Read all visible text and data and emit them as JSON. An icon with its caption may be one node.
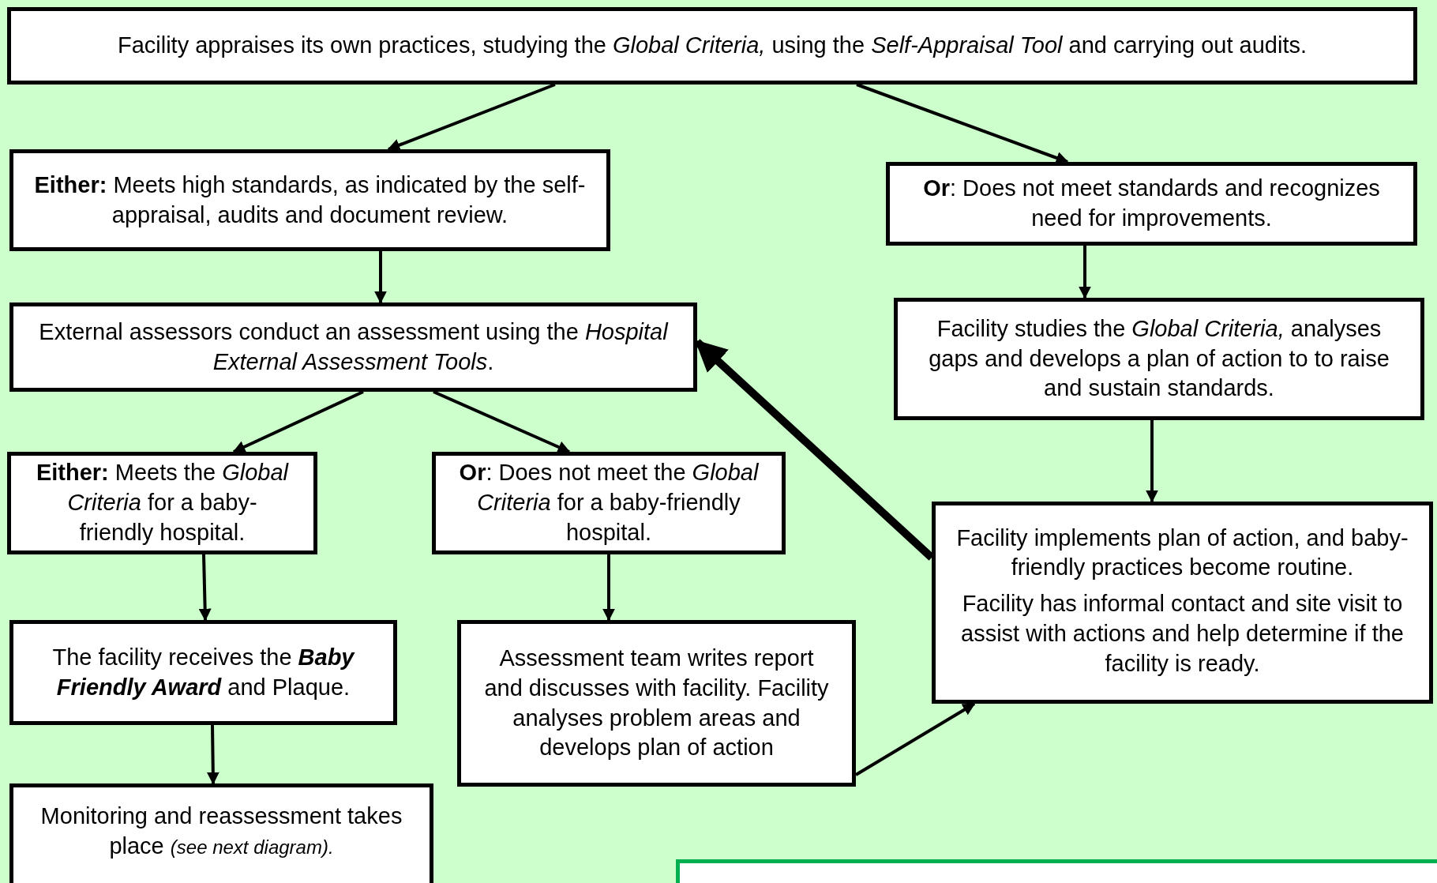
{
  "diagram": {
    "nodes": [
      {
        "text": [
          "Facility appraises its own practices, studying the *Global Criteria,* using the *Self-Appraisal Tool* and carrying out audits."
        ]
      },
      {
        "text": [
          "**Either:** Meets high standards, as indicated by the self-appraisal, audits and document review."
        ]
      },
      {
        "text": [
          "**Or**: Does not meet standards and recognizes need for improvements."
        ]
      },
      {
        "text": [
          "External assessors conduct an assessment using the *Hospital External Assessment Tools*."
        ]
      },
      {
        "text": [
          "Facility studies the *Global Criteria,* analyses gaps and develops a plan of action to to raise and sustain standards."
        ]
      },
      {
        "text": [
          "**Either:** Meets the *Global Criteria* for a baby-friendly hospital."
        ]
      },
      {
        "text": [
          "**Or**: Does not meet the *Global Criteria* for a baby-friendly hospital."
        ]
      },
      {
        "text": [
          "Facility implements plan of action, and baby-friendly practices become routine.",
          "Facility has informal contact and site visit to assist with actions and help determine if the facility is ready."
        ]
      },
      {
        "text": [
          "The facility receives the **Baby Friendly Award** and Plaque."
        ]
      },
      {
        "text": [
          "Assessment team writes report and discusses with facility. Facility analyses problem areas and develops plan of action"
        ]
      },
      {
        "text": [
          "Monitoring and reassessment takes place *(see next diagram).*"
        ]
      },
      {
        "text": [],
        "shape": "box"
      }
    ],
    "edges": [
      {
        "from": 0,
        "to": 1,
        "arrow": "to"
      },
      {
        "from": 0,
        "to": 2,
        "arrow": "to"
      },
      {
        "from": 1,
        "to": 3,
        "arrow": "to"
      },
      {
        "from": 2,
        "to": 4,
        "arrow": "to"
      },
      {
        "from": 3,
        "to": 5,
        "arrow": "to"
      },
      {
        "from": 3,
        "to": 6,
        "arrow": "to"
      },
      {
        "from": 4,
        "to": 7,
        "arrow": "to"
      },
      {
        "from": 5,
        "to": 8,
        "arrow": "to"
      },
      {
        "from": 6,
        "to": 9,
        "arrow": "to"
      },
      {
        "from": 8,
        "to": 10,
        "arrow": "to"
      },
      {
        "from": 9,
        "to": 7,
        "arrow": "to"
      },
      {
        "from": 7,
        "to": 3,
        "arrow": "to",
        "style": "thick"
      }
    ]
  }
}
